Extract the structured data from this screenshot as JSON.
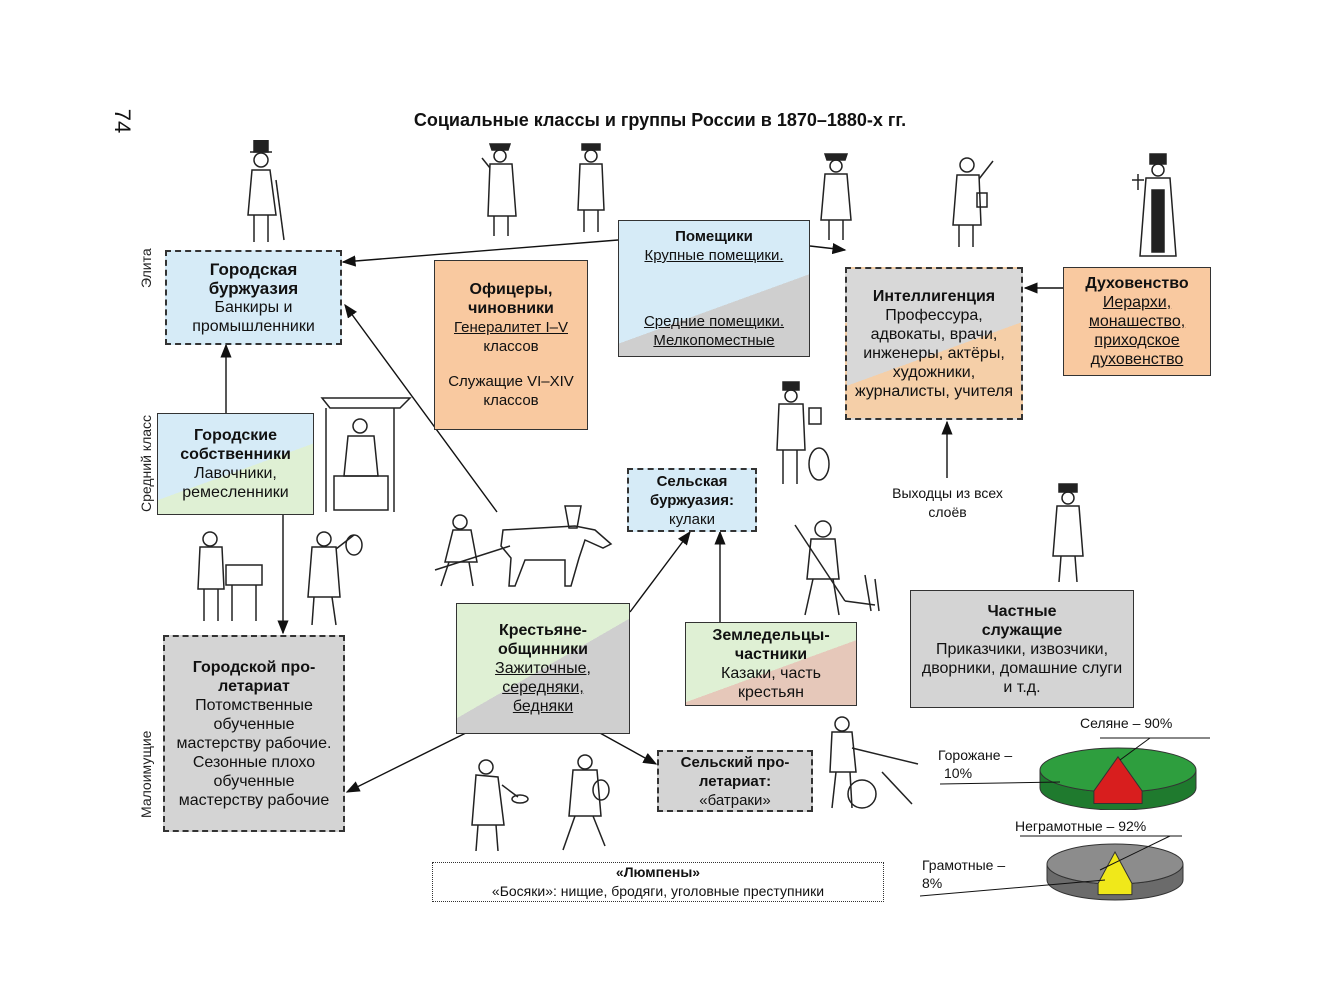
{
  "page_number": "74",
  "title": "Социальные классы и группы России в 1870–1880-х гг.",
  "side_labels": {
    "elite": "Элита",
    "middle": "Средний класс",
    "poor": "Малоимущие"
  },
  "boxes": {
    "urban_bourgeoisie": {
      "title": "Городская буржуазия",
      "text": "Банкиры и промышленники"
    },
    "officers": {
      "title": "Офицеры, чиновники",
      "line1_u": "Генералитет I–V",
      "line1_rest": "классов",
      "line2": "Служащие VI–XIV классов"
    },
    "landowners": {
      "title": "Помещики",
      "large": "Крупные помещики.",
      "medium": "Средние помещики.",
      "small": "Мелкопоместные"
    },
    "intelligentsia": {
      "title": "Интеллигенция",
      "text": "Профессура, адвокаты, врачи, инженеры, актё­ры, художники, журналисты, учи­теля"
    },
    "clergy": {
      "title": "Духовенство",
      "l1": "Иерархи,",
      "l2": "монашество,",
      "l3": "приходское",
      "l4": "духовенство"
    },
    "urban_owners": {
      "title": "Городские собственники",
      "text": "Лавочники, ремесленники"
    },
    "rural_bourgeoisie": {
      "title": "Сельская буржуазия:",
      "text": "кулаки"
    },
    "peasants": {
      "title": "Крестьяне-общинники",
      "l1": "Зажиточные,",
      "l2": "середняки,",
      "l3": "бедняки"
    },
    "farmers": {
      "title": "Земледельцы-частники",
      "text": "Казаки, часть крестьян"
    },
    "private_servants": {
      "title": "Частные служащие",
      "text": "Приказчики, извозчи­ки, дворники, домаш­ние слуги и т.д."
    },
    "urban_proletariat": {
      "title": "Городской про­летариат",
      "text": "Потомственные обученные мастерству рабо­чие. Сезонные плохо обученные мастерству рабо­чие"
    },
    "rural_proletariat": {
      "title": "Сельский про­летариат:",
      "text": "«батраки»"
    },
    "lumpen": {
      "title": "«Люмпены»",
      "text": "«Босяки»: нищие, бродяги, уголовные преступники"
    }
  },
  "note_from_all": "Выходцы из всех слоёв",
  "pies": {
    "population": {
      "rural_label": "Селяне – 90%",
      "urban_label_1": "Горожане –",
      "urban_label_2": "10%",
      "colors": {
        "main": "#2e9e3e",
        "slice": "#d81e1e"
      }
    },
    "literacy": {
      "illiterate_label": "Неграмотные – 92%",
      "literate_label_1": "Грамотные –",
      "literate_label_2": "8%",
      "colors": {
        "main": "#8c8c8c",
        "slice": "#f0e81a"
      }
    }
  },
  "chart_data": [
    {
      "type": "pie",
      "categories": [
        "Селяне",
        "Горожане"
      ],
      "values": [
        90,
        10
      ]
    },
    {
      "type": "pie",
      "categories": [
        "Неграмотные",
        "Грамотные"
      ],
      "values": [
        92,
        8
      ]
    }
  ]
}
